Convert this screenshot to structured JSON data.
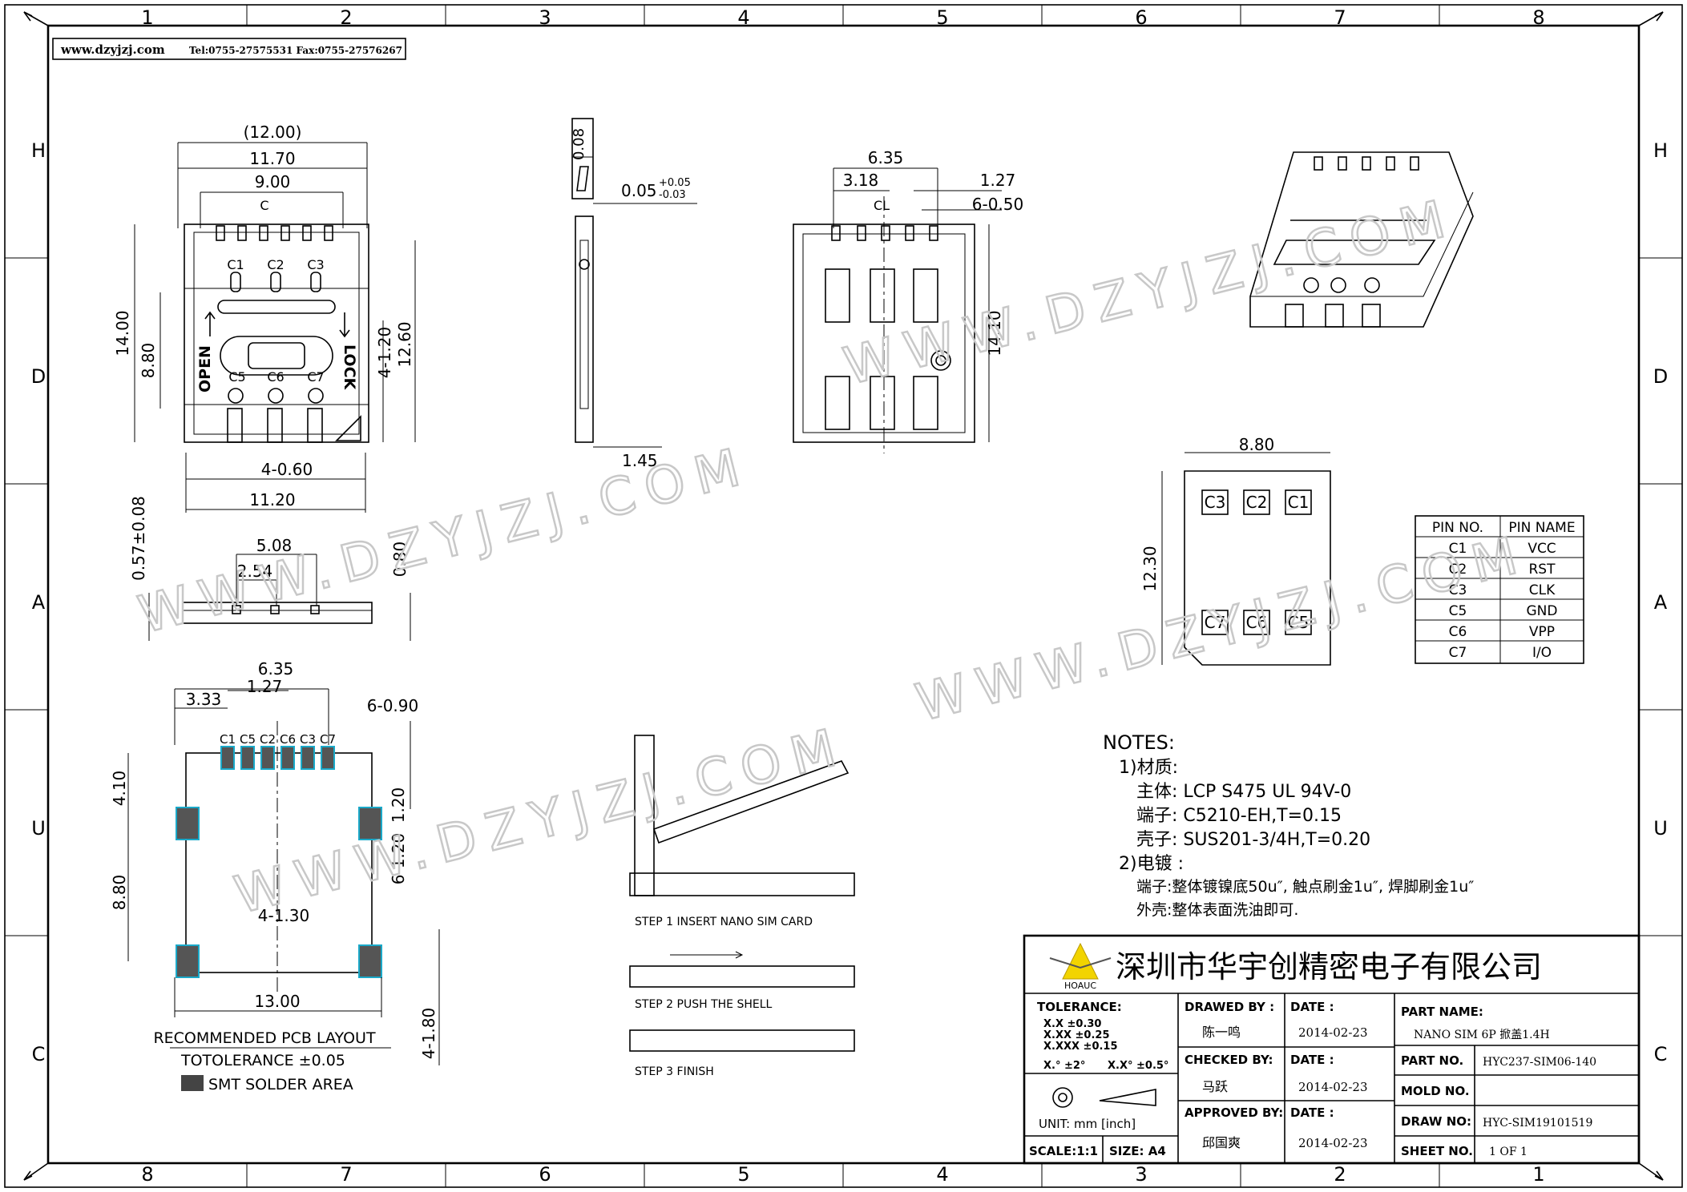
{
  "header": {
    "website": "www.dzyjzj.com",
    "contact": "Tel:0755-27575531 Fax:0755-27576267"
  },
  "frame": {
    "top_cols": [
      "1",
      "2",
      "3",
      "4",
      "5",
      "6",
      "7",
      "8"
    ],
    "bottom_cols": [
      "8",
      "7",
      "6",
      "5",
      "4",
      "3",
      "2",
      "1"
    ],
    "rows_left": [
      "H",
      "D",
      "A",
      "U",
      "C"
    ],
    "rows_right": [
      "H",
      "D",
      "A",
      "U",
      "C"
    ]
  },
  "watermark": "WWW.DZYJZJ.COM",
  "top_view": {
    "dims": [
      "(12.00)",
      "11.70",
      "9.00",
      "C",
      "14.00",
      "8.80",
      "4-1.20",
      "12.60",
      "4-0.60",
      "11.20"
    ],
    "contacts_top": [
      "C1",
      "C2",
      "C3"
    ],
    "contacts_bottom": [
      "C5",
      "C6",
      "C7"
    ],
    "open_label": "OPEN",
    "lock_label": "LOCK"
  },
  "side_view": {
    "dims": [
      "0.08",
      "0.05",
      "+0.05",
      "-0.03",
      "1.45"
    ]
  },
  "bottom_view": {
    "dims": [
      "6.35",
      "3.18",
      "1.27",
      "CL",
      "6-0.50",
      "14.10"
    ]
  },
  "front_view": {
    "dims": [
      "0.57±0.08",
      "5.08",
      "2.54",
      "0.80"
    ]
  },
  "pcb_layout": {
    "dims": [
      "6.35",
      "3.33",
      "1.27",
      "6-0.90",
      "4.10",
      "1.20",
      "6-1.20",
      "8.80",
      "4-1.30",
      "13.00",
      "4-1.80"
    ],
    "pads": [
      "C1",
      "C5",
      "C2",
      "C6",
      "C3",
      "C7"
    ],
    "title": "RECOMMENDED PCB LAYOUT",
    "tolerance": "TOTOLERANCE ±0.05",
    "legend": "SMT SOLDER AREA"
  },
  "sim_card": {
    "width": "8.80",
    "height": "12.30",
    "top_pads": [
      "C3",
      "C2",
      "C1"
    ],
    "bottom_pads": [
      "C7",
      "C6",
      "C5"
    ]
  },
  "pin_table": {
    "headers": [
      "PIN NO.",
      "PIN NAME"
    ],
    "rows": [
      [
        "C1",
        "VCC"
      ],
      [
        "C2",
        "RST"
      ],
      [
        "C3",
        "CLK"
      ],
      [
        "C5",
        "GND"
      ],
      [
        "C6",
        "VPP"
      ],
      [
        "C7",
        "I/O"
      ]
    ]
  },
  "steps": [
    "STEP 1 INSERT NANO SIM CARD",
    "STEP 2 PUSH THE SHELL",
    "STEP 3 FINISH"
  ],
  "notes": {
    "title": "NOTES:",
    "lines": [
      "1)材质:",
      "主体: LCP S475 UL 94V-0",
      "端子: C5210-EH,T=0.15",
      "壳子: SUS201-3/4H,T=0.20",
      "2)电镀 :",
      "端子:整体镀镍底50u″, 触点刷金1u″, 焊脚刷金1u″",
      "外壳:整体表面洗油即可."
    ]
  },
  "title_block": {
    "company": "深圳市华宇创精密电子有限公司",
    "logo_text": "HOAUC",
    "tolerance_label": "TOLERANCE:",
    "tolerances": [
      "X.X ±0.30",
      "X.XX ±0.25",
      "X.XXX ±0.15"
    ],
    "angles": [
      "X.° ±2°",
      "X.X° ±0.5°"
    ],
    "unit": "UNIT: mm [inch]",
    "scale": "SCALE:1:1",
    "size": "SIZE: A4",
    "drawn_by_label": "DRAWED BY :",
    "drawn_by": "陈一鸣",
    "checked_by_label": "CHECKED BY:",
    "checked_by": "马跃",
    "approved_by_label": "APPROVED BY:",
    "approved_by": "邱国爽",
    "date_label": "DATE :",
    "dates": [
      "2014-02-23",
      "2014-02-23",
      "2014-02-23"
    ],
    "part_name_label": "PART NAME:",
    "part_name": "NANO SIM 6P 掀盖1.4H",
    "part_no_label": "PART NO.",
    "part_no": "HYC237-SIM06-140",
    "mold_no_label": "MOLD NO.",
    "mold_no": "",
    "draw_no_label": "DRAW NO:",
    "draw_no": "HYC-SIM19101519",
    "sheet_no_label": "SHEET NO.",
    "sheet_no": "1 OF 1"
  }
}
